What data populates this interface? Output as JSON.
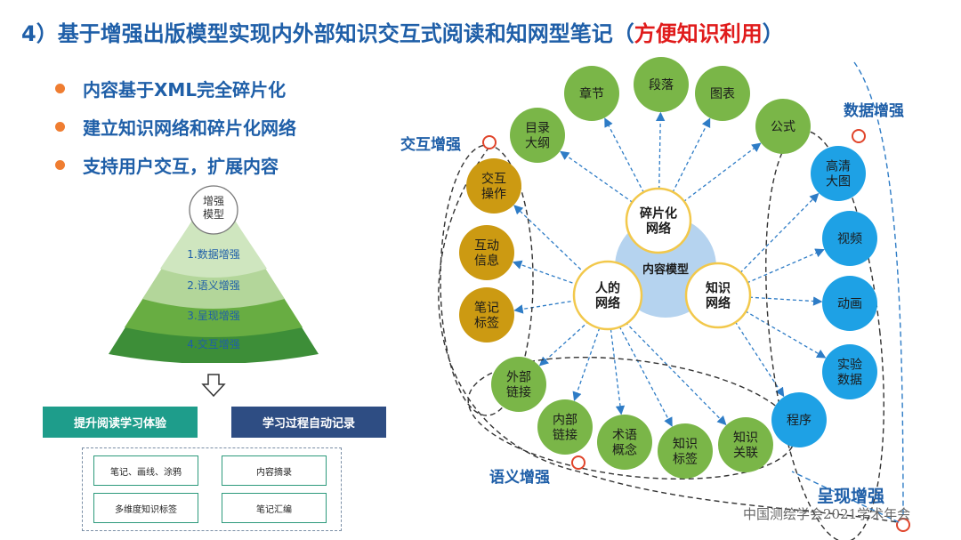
{
  "title": {
    "main": "4）基于增强出版模型实现内外部知识交互式阅读和知网型笔记（",
    "accent": "方便知识利用",
    "end": "）"
  },
  "bullets": [
    "内容基于XML完全碎片化",
    "建立知识网络和碎片化网络",
    "支持用户交互，扩展内容"
  ],
  "pyramid": {
    "top": "增强\n模型",
    "levels": [
      "1.数据增强",
      "2.语义增强",
      "3.呈现增强",
      "4.交互增强"
    ]
  },
  "buttons": {
    "left": "提升阅读学习体验",
    "right": "学习过程自动记录"
  },
  "features": [
    "笔记、画线、涂鸦",
    "内容摘录",
    "多维度知识标签",
    "笔记汇编"
  ],
  "diagram": {
    "center": "内容模型",
    "hubs": {
      "fragment": "碎片化\n网络",
      "people": "人的\n网络",
      "knowledge": "知识\n网络"
    },
    "groups": {
      "interaction": "交互增强",
      "data": "数据增强",
      "semantic": "语义增强",
      "presentation": "呈现增强"
    },
    "green_top": [
      "目录\n大纲",
      "章节",
      "段落",
      "图表",
      "公式"
    ],
    "gold": [
      "交互\n操作",
      "互动\n信息",
      "笔记\n标签"
    ],
    "green_bottom": [
      "外部\n链接",
      "内部\n链接",
      "术语\n概念",
      "知识\n标签",
      "知识\n关联"
    ],
    "blue": [
      "高清\n大图",
      "视频",
      "动画",
      "实验\n数据",
      "程序"
    ]
  },
  "watermark": "中国测绘学会2021学术年会",
  "colors": {
    "title": "#1f5fa8",
    "accent": "#e01b1b",
    "green": "#7ab648",
    "gold": "#cc9a12",
    "blue": "#1ea1e5",
    "center": "#b5d3ef"
  }
}
